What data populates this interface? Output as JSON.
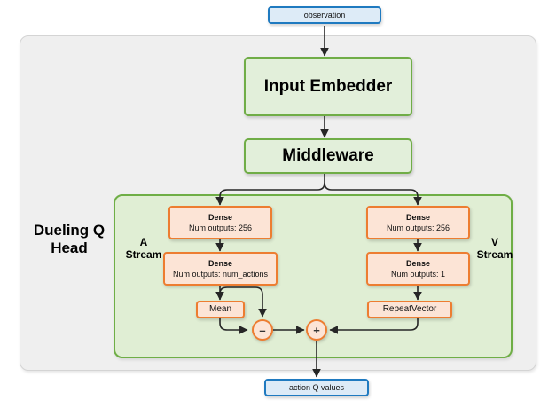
{
  "diagram": {
    "type": "flowchart",
    "title": "Dueling Q Head network architecture",
    "colors": {
      "io_border": "#1f7ac0",
      "io_fill": "#ddebf7",
      "module_border": "#70ad47",
      "module_fill": "#e2efda",
      "layer_border": "#ed7d31",
      "layer_fill": "#fce4d6",
      "outer_panel_fill": "#efefef",
      "inner_panel_fill": "#e0eed4",
      "inner_panel_border": "#6fae46",
      "arrow": "#262626"
    }
  },
  "io": {
    "input_label": "observation",
    "output_label": "action Q values"
  },
  "modules": {
    "input_embedder": "Input Embedder",
    "middleware": "Middleware"
  },
  "labels": {
    "head": "Dueling Q\nHead",
    "head_line1": "Dueling Q",
    "head_line2": "Head",
    "a_stream_line1": "A",
    "a_stream_line2": "Stream",
    "v_stream_line1": "V",
    "v_stream_line2": "Stream"
  },
  "a_stream": {
    "dense1": {
      "name": "Dense",
      "detail": "Num outputs: 256"
    },
    "dense2": {
      "name": "Dense",
      "detail": "Num outputs: num_actions"
    },
    "mean": "Mean"
  },
  "v_stream": {
    "dense1": {
      "name": "Dense",
      "detail": "Num outputs: 256"
    },
    "dense2": {
      "name": "Dense",
      "detail": "Num outputs: 1"
    },
    "repeat_vector": "RepeatVector"
  },
  "operators": {
    "subtract": "–",
    "add": "+"
  }
}
